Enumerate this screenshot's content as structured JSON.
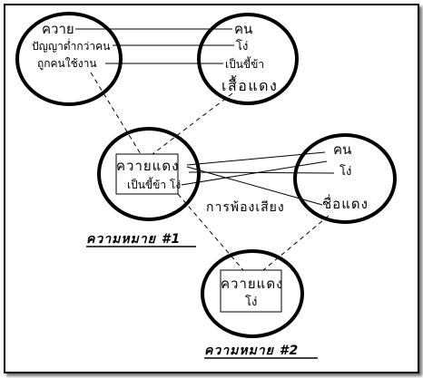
{
  "circle_top_left": {
    "lines": [
      "ควาย",
      "ปัญญาต่ำกว่าคน",
      "ถูกคนใช้งาน"
    ]
  },
  "circle_top_right": {
    "lines": [
      "คน",
      "โง่",
      "เป็นขี้ข้า",
      "เสื้อแดง"
    ]
  },
  "circle_middle": {
    "boxed_text": [
      "ควายแดง",
      "เป็นขี้ข้า โง่"
    ]
  },
  "circle_right": {
    "lines": [
      "คน",
      "โง่",
      "ชื่อแดง"
    ]
  },
  "circle_bottom": {
    "boxed_text": [
      "ควายแดง",
      "โง่"
    ]
  },
  "floating_label": "การพ้องเสียง",
  "caption_1": "ความหมาย #1",
  "caption_2": "ความหมาย #2"
}
